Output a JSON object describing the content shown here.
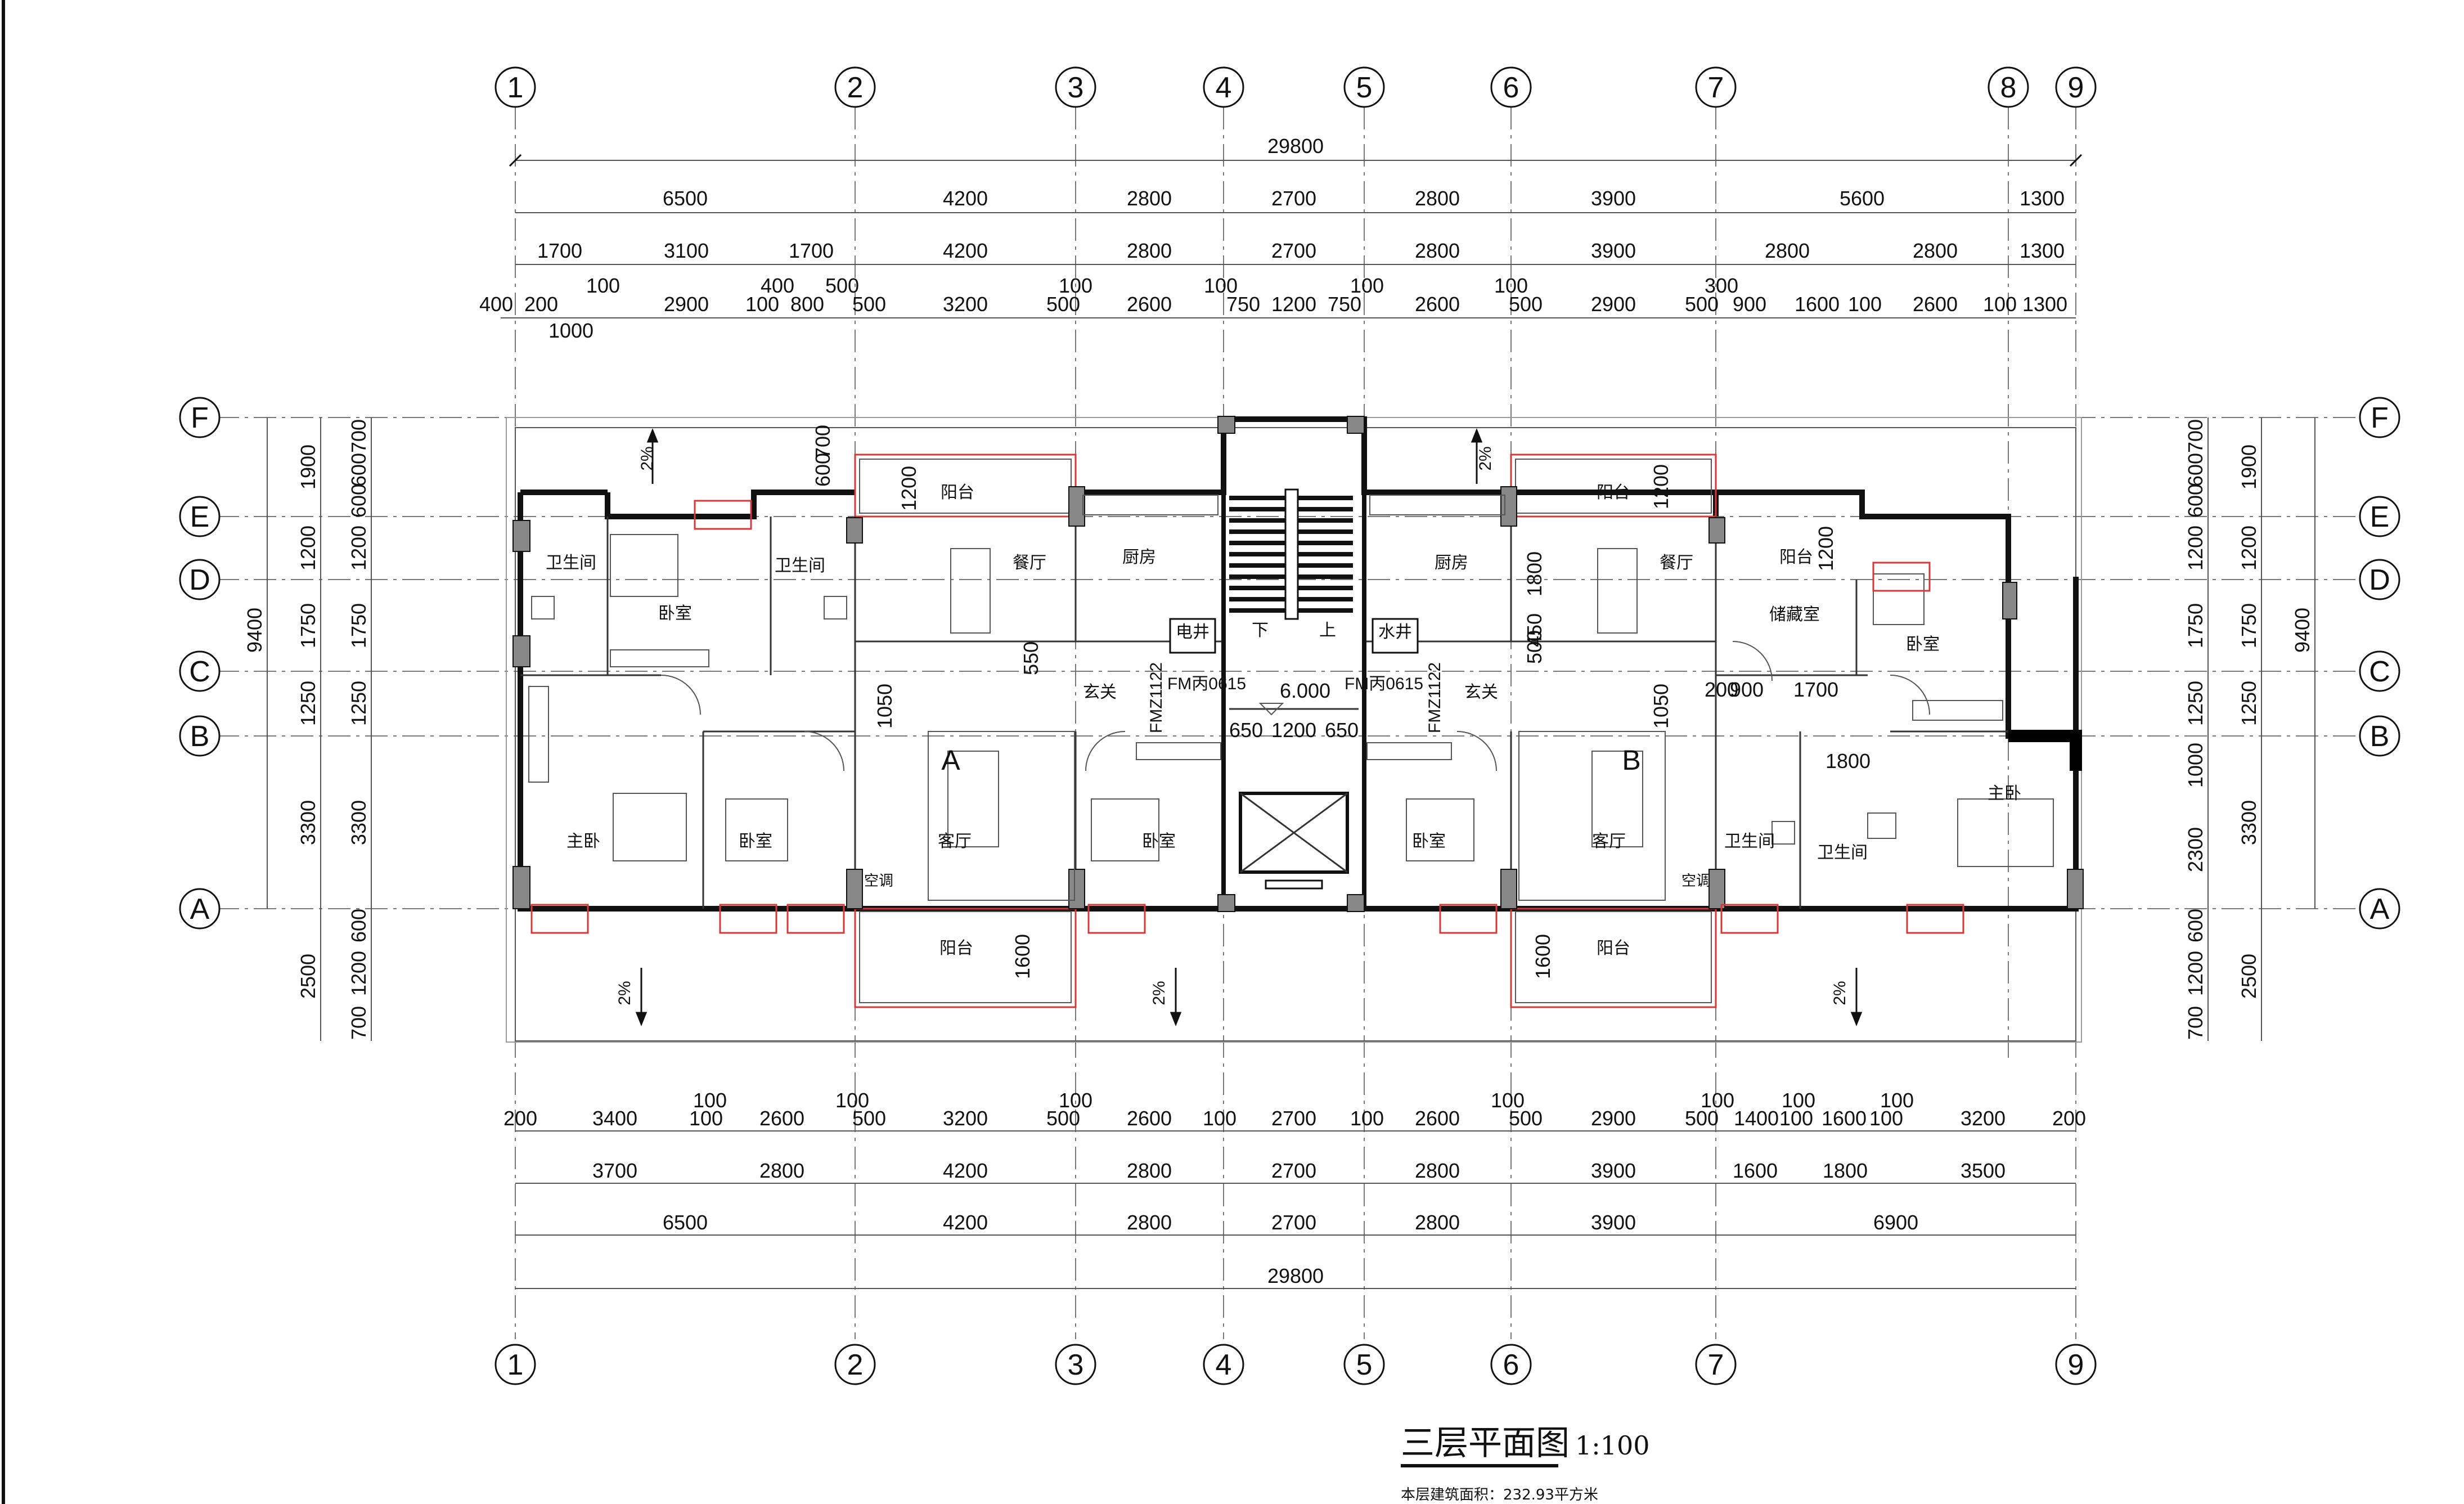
{
  "drawing": {
    "title": "三层平面图",
    "scale": "1:100",
    "area_note": "本层建筑面积：232.93平方米"
  },
  "axes": {
    "columns_top": [
      "1",
      "2",
      "3",
      "4",
      "5",
      "6",
      "7",
      "8",
      "9"
    ],
    "columns_bottom": [
      "1",
      "2",
      "3",
      "4",
      "5",
      "6",
      "7",
      "9"
    ],
    "rows": [
      "F",
      "E",
      "D",
      "C",
      "B",
      "A"
    ]
  },
  "dims_top": {
    "row1": [
      "29800"
    ],
    "row2": [
      "6500",
      "4200",
      "2800",
      "2700",
      "2800",
      "3900",
      "5600",
      "1300"
    ],
    "row3": [
      "1700",
      "3100",
      "1700",
      "4200",
      "2800",
      "2700",
      "2800",
      "3900",
      "2800",
      "2800",
      "1300"
    ],
    "row4": [
      "400",
      "200",
      "100",
      "2900",
      "100",
      "400",
      "800",
      "500",
      "500",
      "3200",
      "100",
      "500",
      "2600",
      "100",
      "750",
      "1200",
      "750",
      "100",
      "2600",
      "100",
      "500",
      "2900",
      "500",
      "300",
      "900",
      "1600",
      "100",
      "2600",
      "100",
      "1300"
    ],
    "row4b": [
      "1000"
    ]
  },
  "dims_bottom": {
    "row1": [
      "200",
      "3400",
      "100",
      "2600",
      "100",
      "500",
      "3200",
      "500",
      "2600",
      "100",
      "2700",
      "100",
      "2600",
      "500",
      "2900",
      "500",
      "1400",
      "100",
      "1600",
      "100",
      "3200",
      "200"
    ],
    "row1_top": [
      "100",
      "100",
      "100",
      "100",
      "100",
      "100",
      "100"
    ],
    "row2": [
      "3700",
      "2800",
      "4200",
      "2800",
      "2700",
      "2800",
      "3900",
      "1600",
      "1800",
      "3500"
    ],
    "row3": [
      "6500",
      "4200",
      "2800",
      "2700",
      "2800",
      "3900",
      "6900"
    ],
    "row4": [
      "29800"
    ]
  },
  "dims_left": {
    "outer": [
      "9400"
    ],
    "mid": [
      "1900",
      "1200",
      "1750",
      "1250",
      "3300",
      "2500"
    ],
    "inner": [
      "700",
      "600",
      "600",
      "1200",
      "1750",
      "1250",
      "3300",
      "600",
      "1200",
      "700"
    ]
  },
  "dims_right": {
    "outer": [
      "9400"
    ],
    "mid": [
      "1900",
      "1200",
      "1750",
      "1250",
      "3300",
      "2500"
    ],
    "inner": [
      "700",
      "600",
      "600",
      "1200",
      "1750",
      "1250",
      "1000",
      "2300",
      "600",
      "1200",
      "700"
    ]
  },
  "rooms": {
    "bath1": "卫生间",
    "bed1": "卧室",
    "bath2": "卫生间",
    "balc1": "阳台",
    "dining1": "餐厅",
    "kitchen1": "厨房",
    "foyer1": "玄关",
    "master1": "主卧",
    "bed2": "卧室",
    "living1": "客厅",
    "bed3": "卧室",
    "balc2": "阳台",
    "kitchen2": "厨房",
    "dining2": "餐厅",
    "balc3": "阳台",
    "foyer2": "玄关",
    "bed4": "卧室",
    "living2": "客厅",
    "balc4": "阳台",
    "balc5": "阳台",
    "storage": "储藏室",
    "bed5": "卧室",
    "master2": "主卧",
    "bath3": "卫生间",
    "bath4": "卫生间",
    "elec_shaft": "电井",
    "water_shaft": "水井",
    "stair_down": "下",
    "stair_up": "上",
    "ac1": "空调",
    "ac2": "空调",
    "unit_a": "A",
    "unit_b": "B"
  },
  "annotations": {
    "level": "6.000",
    "door_left": "FM丙0615",
    "door_right": "FM丙0615",
    "fmz_left": "FMZ1122",
    "fmz_right": "FMZ1122",
    "slope1": "2%",
    "slope2": "2%",
    "slope3": "2%",
    "slope4": "2%",
    "slope5": "2%",
    "d1200a": "1200",
    "d700": "700",
    "d600": "600",
    "d550": "550",
    "d1050a": "1050",
    "d650a": "650",
    "d1200b": "1200",
    "d650b": "650",
    "d1600a": "1600",
    "d1200c": "1200",
    "d1800a": "1800",
    "d500": "500",
    "d450": "450",
    "d1050b": "1050",
    "d1600b": "1600",
    "d1200d": "1200",
    "d200": "200",
    "d900": "900",
    "d1700": "1700",
    "d1800b": "1800"
  }
}
